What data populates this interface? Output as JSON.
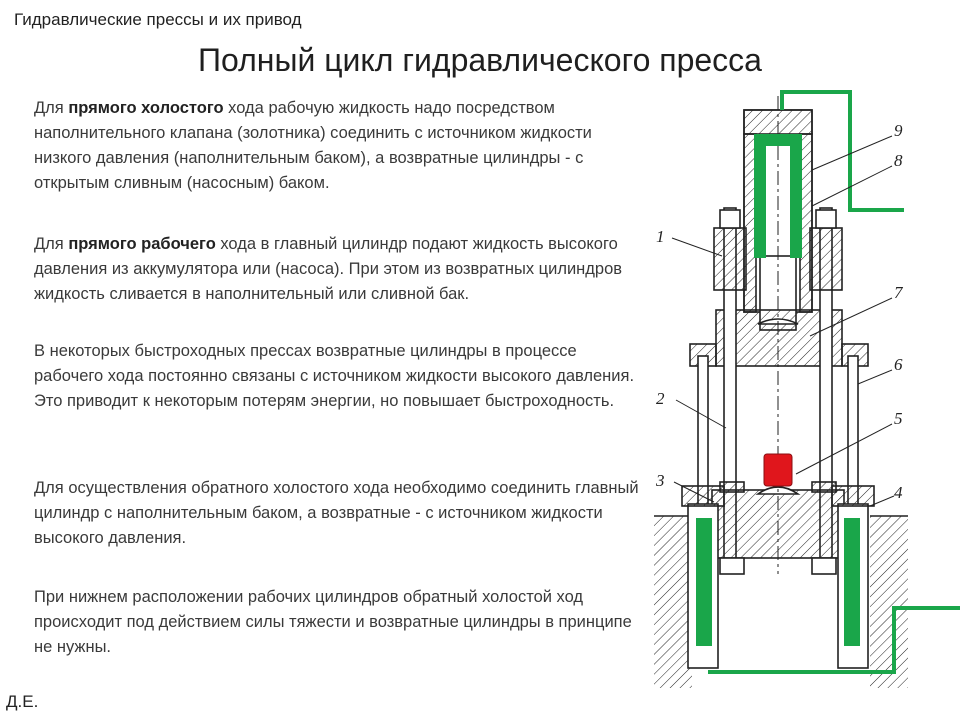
{
  "header": "Гидравлические прессы и их привод",
  "title": "Полный цикл гидравлического пресса",
  "paragraphs": [
    {
      "pre": "Для ",
      "bold": "прямого холостого",
      "post": " хода рабочую жидкость надо посредством наполнительного клапана (золотника) соединить с источником жидкости низкого давления (наполнительным баком), а возвратные цилиндры - с открытым сливным (насосным) баком."
    },
    {
      "pre": "Для ",
      "bold": "прямого рабочего",
      "post": " хода в главный цилиндр подают жидкость высокого давления из аккумулятора или (насоса). При этом из возвратных цилиндров жидкость сливается в наполнительный или сливной бак."
    },
    {
      "text": "В некоторых быстроходных прессах возвратные цилиндры в процессе рабочего хода постоянно связаны с источником жидкости высокого давления. Это приводит к некоторым потерям энергии, но повышает быстроходность."
    },
    {
      "text": "Для осуществления обратного холостого хода необходимо соединить главный цилиндр с наполнительным баком, а возвратные - с источником жидкости высокого давления."
    },
    {
      "text": "При нижнем расположении рабочих цилиндров обратный холостой ход происходит под действием силы тяжести и возвратные цилиндры в принципе не нужны."
    }
  ],
  "footer": "Д.Е.",
  "diagram": {
    "labels": [
      "1",
      "2",
      "3",
      "4",
      "5",
      "6",
      "7",
      "8",
      "9"
    ],
    "colors": {
      "fluid": "#1aa64a",
      "workpiece": "#e0161c",
      "line": "#222222"
    }
  }
}
